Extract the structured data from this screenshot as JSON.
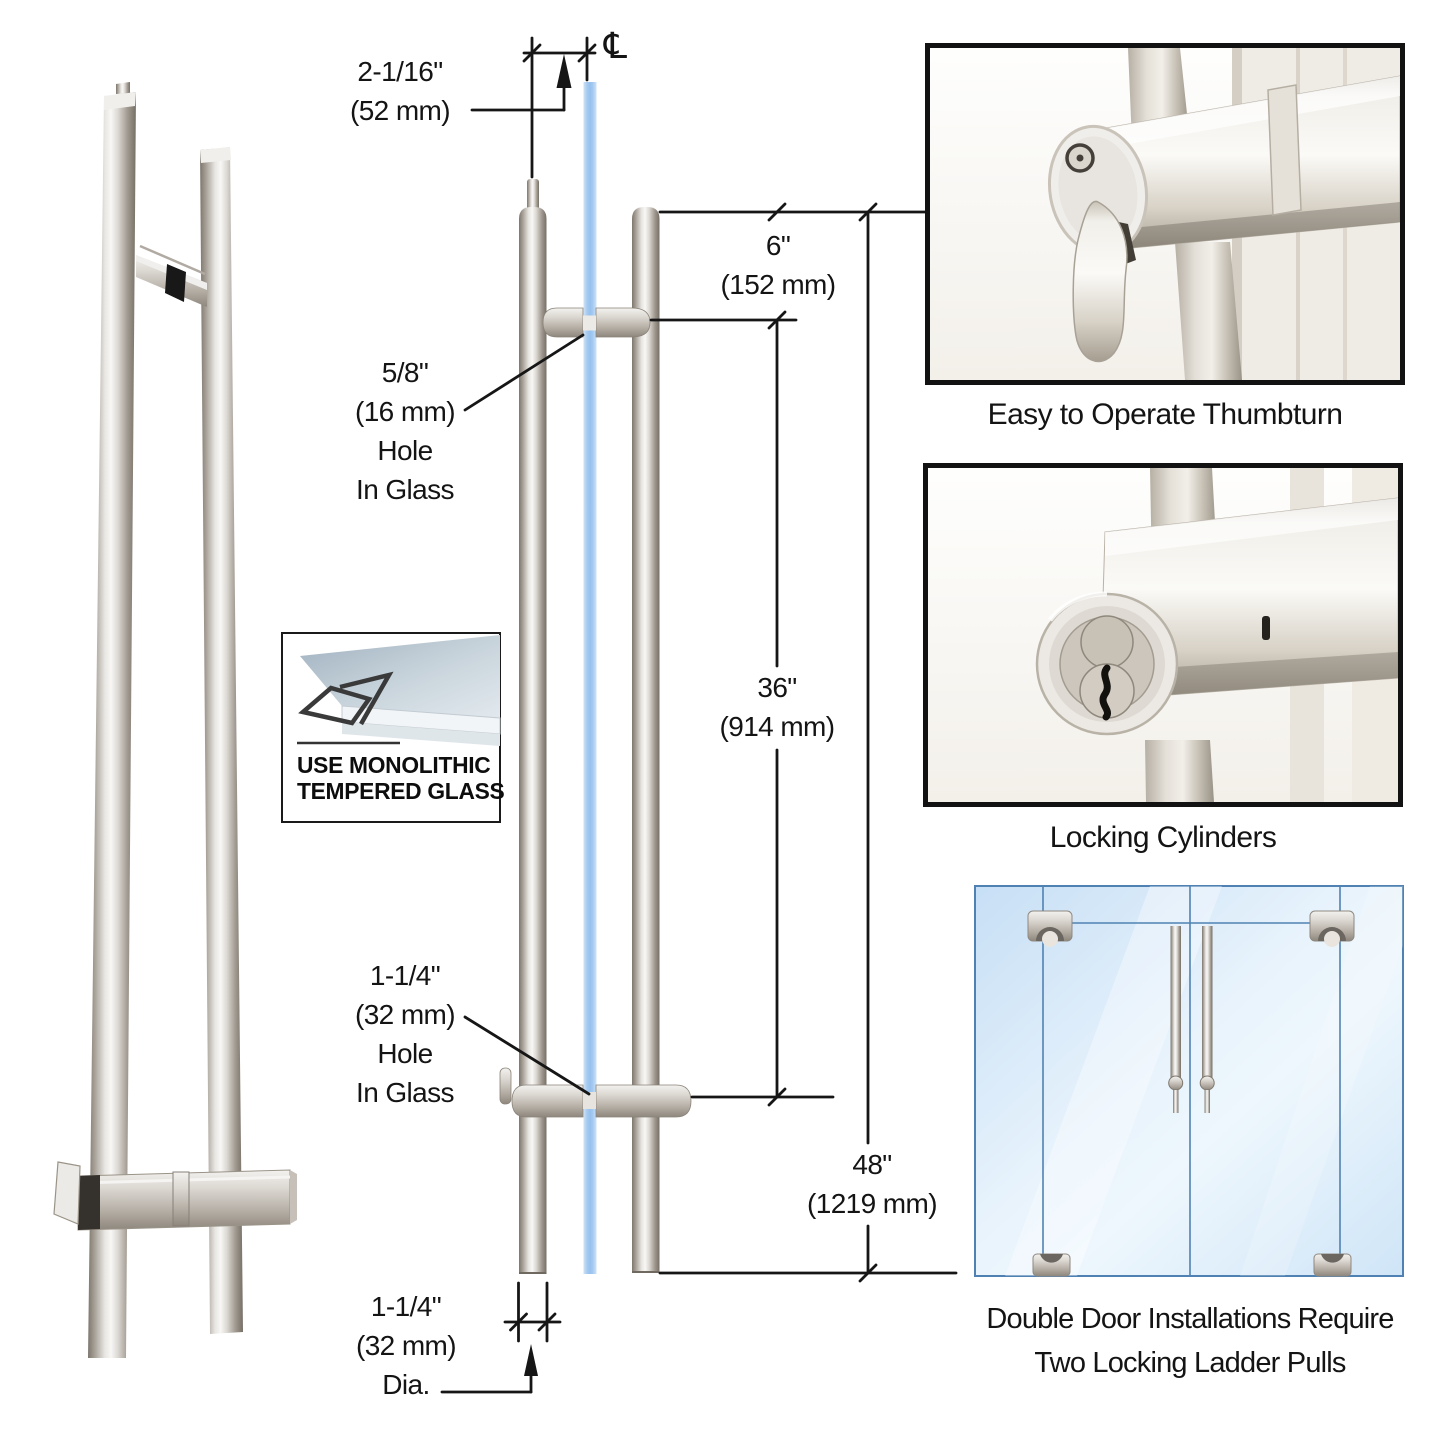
{
  "diagram": {
    "centerline_symbol": "℄",
    "dim_offset": {
      "l1": "2-1/16\"",
      "l2": "(52 mm)"
    },
    "dim_top_hole": {
      "l1": "5/8\"",
      "l2": "(16 mm)",
      "l3": "Hole",
      "l4": "In Glass"
    },
    "dim_six": {
      "l1": "6\"",
      "l2": "(152 mm)"
    },
    "dim_thirtysix": {
      "l1": "36\"",
      "l2": "(914 mm)"
    },
    "dim_fortyeight": {
      "l1": "48\"",
      "l2": "(1219 mm)"
    },
    "dim_bottom_hole": {
      "l1": "1-1/4\"",
      "l2": "(32 mm)",
      "l3": "Hole",
      "l4": "In Glass"
    },
    "dim_dia": {
      "l1": "1-1/4\"",
      "l2": "(32 mm)",
      "l3": "Dia."
    }
  },
  "badge": {
    "l1": "USE MONOLITHIC",
    "l2": "TEMPERED GLASS"
  },
  "captions": {
    "thumbturn": "Easy to Operate Thumbturn",
    "cylinders": "Locking Cylinders",
    "double_door_l1": "Double Door Installations Require",
    "double_door_l2": "Two Locking Ladder Pulls"
  },
  "colors": {
    "glass_blue": "#97c1ee",
    "door_glass": "#e8f3fc",
    "line": "#161616",
    "metal_highlight": "#f8f7f5",
    "metal_shadow": "#7c766d",
    "photo_frame": "#121212"
  }
}
